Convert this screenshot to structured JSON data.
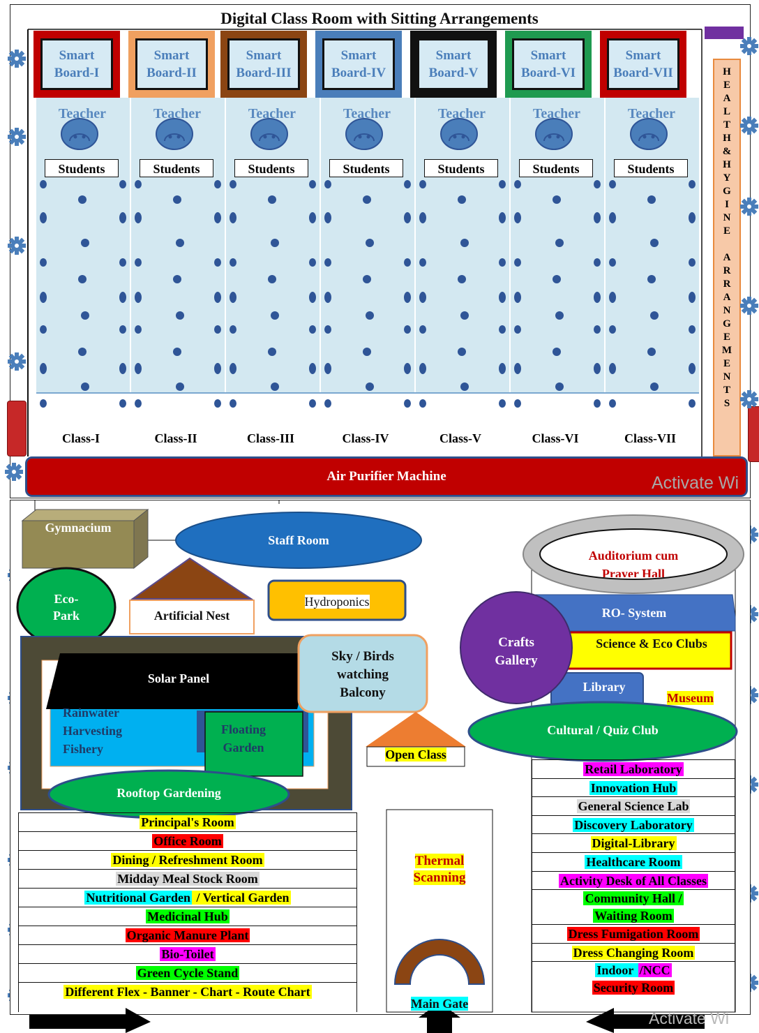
{
  "top": {
    "title": "Digital Class Room with Sitting Arrangements",
    "boards": [
      {
        "line1": "Smart",
        "line2": "Board-I",
        "frame": "#c00000"
      },
      {
        "line1": "Smart",
        "line2": "Board-II",
        "frame": "#f0a060"
      },
      {
        "line1": "Smart",
        "line2": "Board-III",
        "frame": "#8b4513"
      },
      {
        "line1": "Smart",
        "line2": "Board-IV",
        "frame": "#4a7eba"
      },
      {
        "line1": "Smart",
        "line2": "Board-V",
        "frame": "#111111"
      },
      {
        "line1": "Smart",
        "line2": "Board-VI",
        "frame": "#1f9a50"
      },
      {
        "line1": "Smart",
        "line2": "Board-VII",
        "frame": "#c00000"
      }
    ],
    "teacher_label": "Teacher",
    "students_label": "Students",
    "classes": [
      "Class-I",
      "Class-II",
      "Class-III",
      "Class-IV",
      "Class-V",
      "Class-VI",
      "Class-VII"
    ],
    "health_text": [
      "H",
      "E",
      "A",
      "L",
      "T",
      "H",
      "&",
      "H",
      "Y",
      "G",
      "I",
      "N",
      "E",
      "",
      "A",
      "R",
      "R",
      "A",
      "N",
      "G",
      "E",
      "M",
      "E",
      "N",
      "T",
      "S"
    ],
    "air_purifier": "Air Purifier Machine",
    "watermark": "Activate Wi"
  },
  "bottom": {
    "gymnacium": "Gymnacium",
    "staff_room": "Staff Room",
    "eco_park": [
      "Eco-",
      "Park"
    ],
    "artificial_nest": "Artificial Nest",
    "hydroponics": "Hydroponics",
    "solar_panel": "Solar Panel",
    "rainwater": [
      "Rainwater",
      "Harvesting",
      "Fishery"
    ],
    "floating_garden": [
      "Floating",
      "Garden"
    ],
    "rooftop": "Rooftop Gardening",
    "sky_birds": [
      "Sky / Birds",
      "watching",
      "Balcony"
    ],
    "open_class": "Open Class",
    "auditorium": [
      "Auditorium cum",
      "Prayer Hall"
    ],
    "ro_system": "RO- System",
    "crafts_gallery": [
      "Crafts",
      "Gallery"
    ],
    "science_clubs": "Science & Eco Clubs",
    "library": "Library",
    "museum": "Museum",
    "cultural_club": "Cultural / Quiz  Club",
    "left_rows": [
      {
        "parts": [
          {
            "t": "Principal's Room",
            "bg": "#ffff00",
            "c": "#000"
          }
        ]
      },
      {
        "parts": [
          {
            "t": "Office Room",
            "bg": "#ff0000",
            "c": "#000"
          }
        ]
      },
      {
        "parts": [
          {
            "t": "Dining / Refreshment Room",
            "bg": "#ffff00",
            "c": "#000"
          }
        ]
      },
      {
        "parts": [
          {
            "t": "Midday Meal Stock Room",
            "bg": "#d9d9d9",
            "c": "#000"
          }
        ]
      },
      {
        "parts": [
          {
            "t": "Nutritional Garden",
            "bg": "#00ffff",
            "c": "#000"
          },
          {
            "t": " / Vertical Garden",
            "bg": "#ffff00",
            "c": "#000"
          }
        ]
      },
      {
        "parts": [
          {
            "t": "Medicinal  Hub",
            "bg": "#00ff00",
            "c": "#000"
          }
        ]
      },
      {
        "parts": [
          {
            "t": "Organic Manure Plant",
            "bg": "#ff0000",
            "c": "#000"
          }
        ]
      },
      {
        "parts": [
          {
            "t": "Bio-Toilet",
            "bg": "#ff00ff",
            "c": "#000"
          }
        ]
      },
      {
        "parts": [
          {
            "t": "Green Cycle Stand",
            "bg": "#00ff00",
            "c": "#000"
          }
        ]
      },
      {
        "parts": [
          {
            "t": "Different Flex - Banner  - Chart -  Route Chart",
            "bg": "#ffff00",
            "c": "#000"
          }
        ]
      }
    ],
    "thermal": [
      "Thermal",
      "Scanning"
    ],
    "main_gate": "Main Gate",
    "right_rows": [
      {
        "parts": [
          {
            "t": "Retail Laboratory",
            "bg": "#ff00ff",
            "c": "#000"
          }
        ]
      },
      {
        "parts": [
          {
            "t": "Innovation Hub",
            "bg": "#00ffff",
            "c": "#000"
          }
        ]
      },
      {
        "parts": [
          {
            "t": "General Science Lab",
            "bg": "#d9d9d9",
            "c": "#000"
          }
        ]
      },
      {
        "parts": [
          {
            "t": "Discovery Laboratory",
            "bg": "#00ffff",
            "c": "#000"
          }
        ]
      },
      {
        "parts": [
          {
            "t": "Digital-Library",
            "bg": "#ffff00",
            "c": "#000"
          }
        ]
      },
      {
        "parts": [
          {
            "t": "Healthcare Room",
            "bg": "#00ffff",
            "c": "#000"
          }
        ]
      },
      {
        "parts": [
          {
            "t": "Activity Desk of All Classes",
            "bg": "#ff00ff",
            "c": "#000"
          }
        ]
      },
      {
        "parts": [
          {
            "t": "Community Hall /",
            "bg": "#00ff00",
            "c": "#000"
          }
        ],
        "parts2": [
          {
            "t": "Waiting Room",
            "bg": "#00ff00",
            "c": "#000"
          }
        ]
      },
      {
        "parts": [
          {
            "t": "Dress Fumigation Room",
            "bg": "#ff0000",
            "c": "#000"
          }
        ]
      },
      {
        "parts": [
          {
            "t": "Dress Changing Room",
            "bg": "#ffff00",
            "c": "#000"
          }
        ]
      },
      {
        "parts": [
          {
            "t": "Indoor ",
            "bg": "#00ffff",
            "c": "#000"
          },
          {
            "t": "/NCC",
            "bg": "#ff00ff",
            "c": "#000"
          }
        ],
        "parts2": [
          {
            "t": "Security Room",
            "bg": "#ff0000",
            "c": "#000"
          }
        ]
      }
    ],
    "watermark": "Activate Wi"
  },
  "colors": {
    "light_blue": "#d3e8f1",
    "dot": "#2f5597",
    "air": "#c00000"
  }
}
